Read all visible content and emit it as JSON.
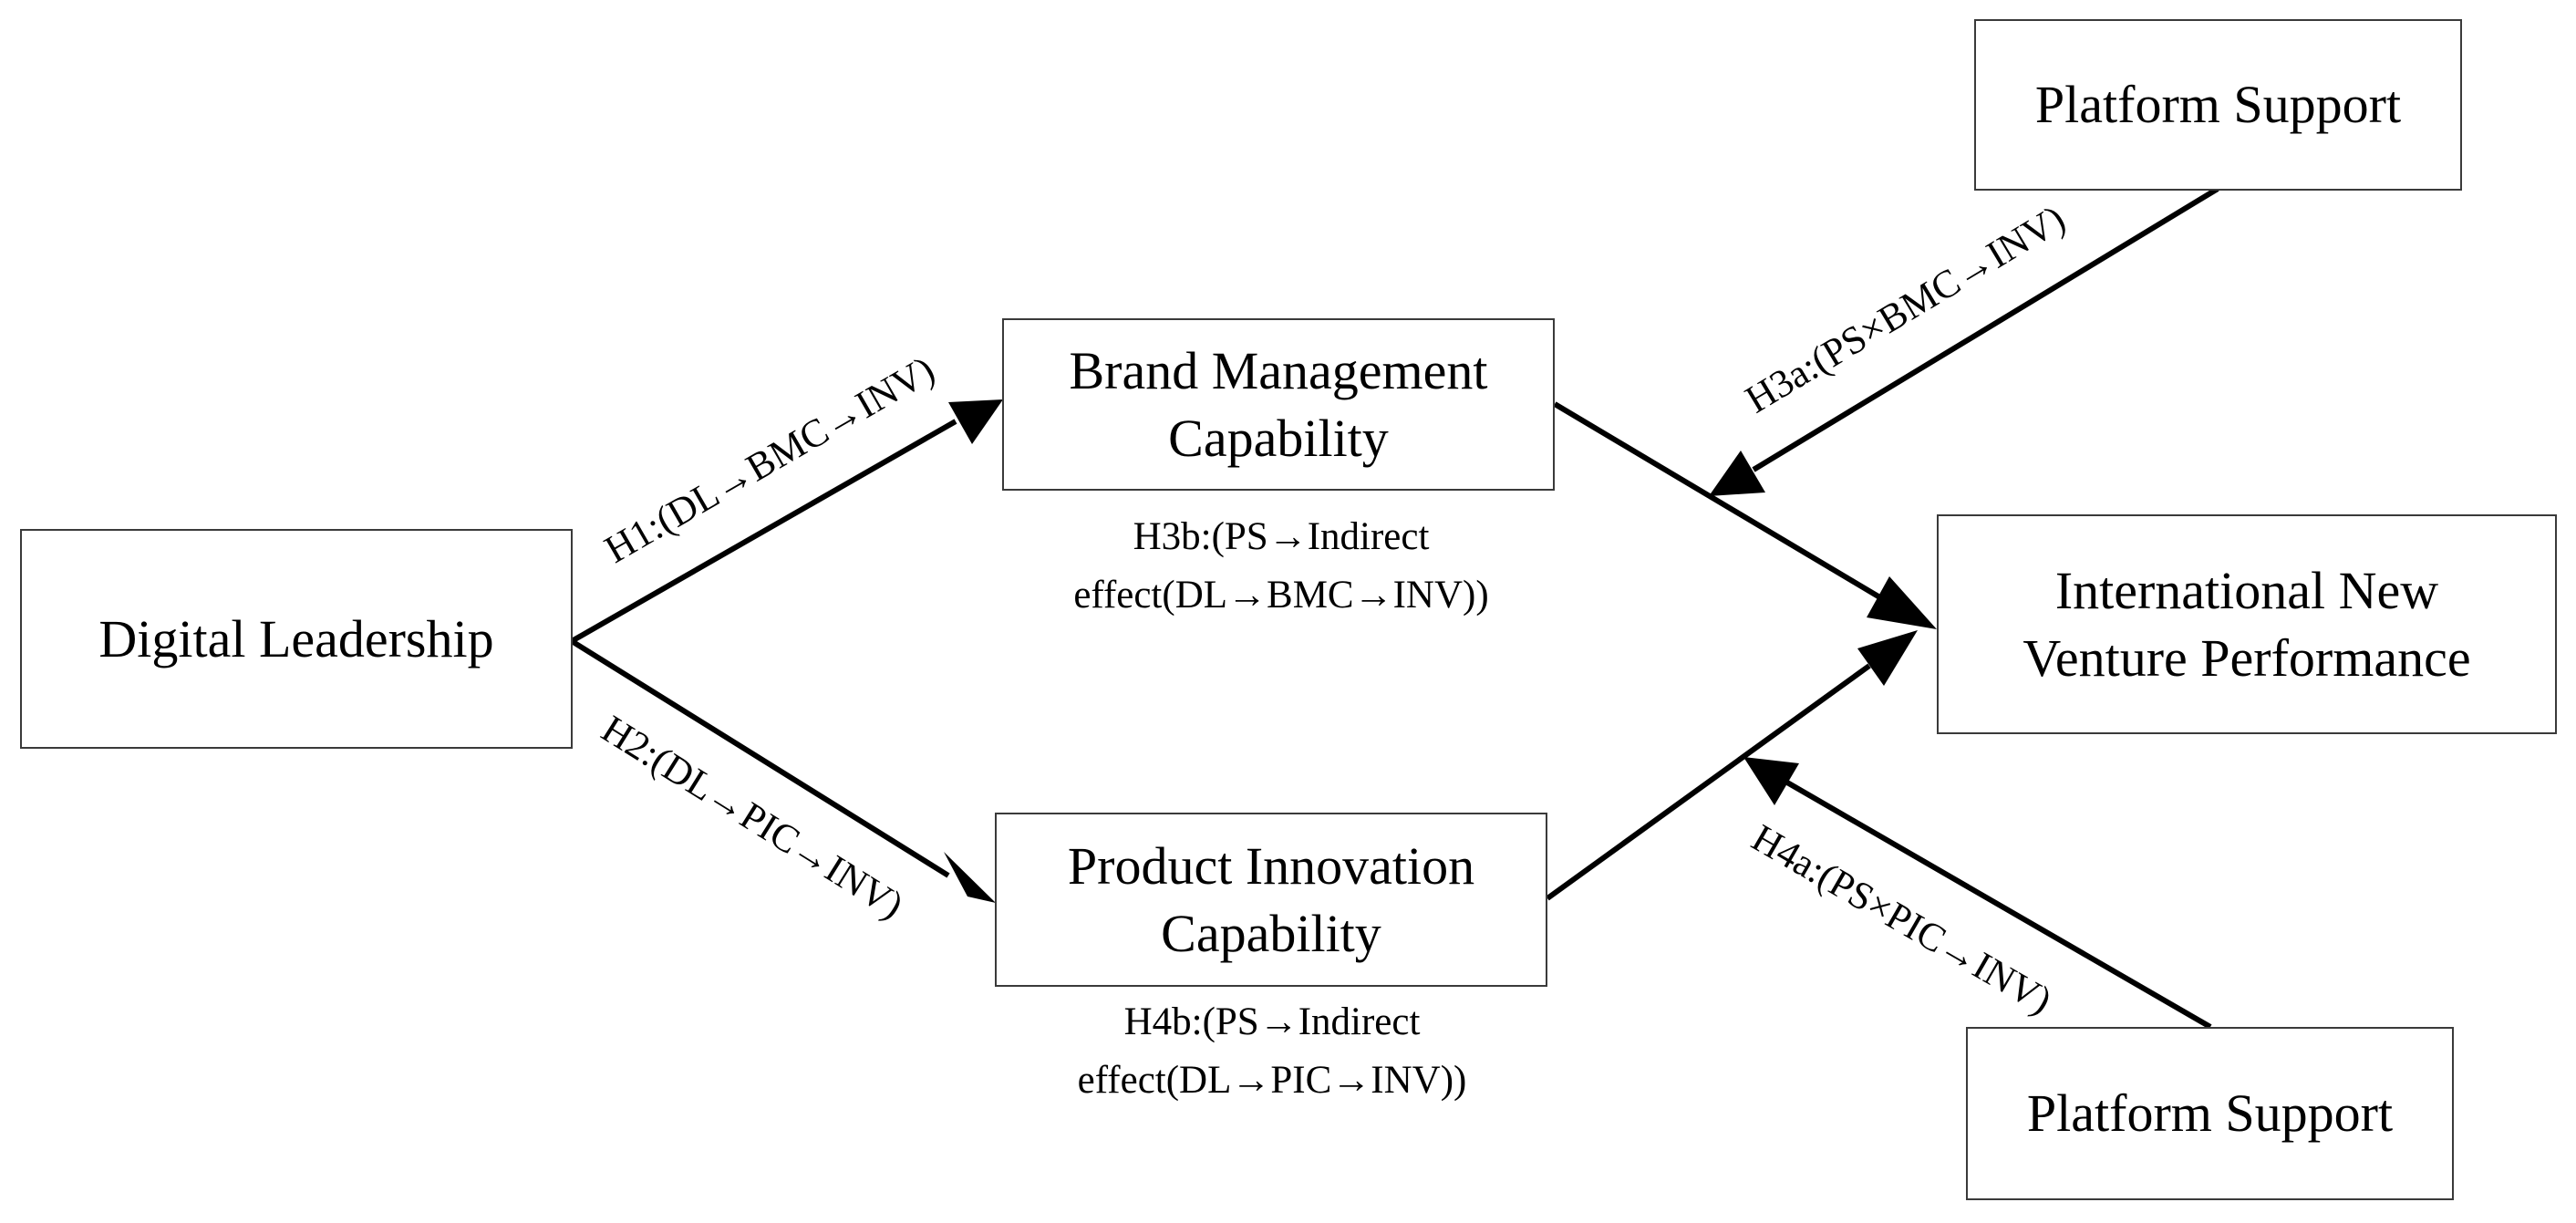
{
  "nodes": {
    "dl": "Digital Leadership",
    "bmc": "Brand Management\nCapability",
    "pic": "Product Innovation\nCapability",
    "inv": "International New\nVenture Performance",
    "ps_top": "Platform Support",
    "ps_bottom": "Platform Support"
  },
  "edge_labels": {
    "h1": "H1:(DL→BMC→INV)",
    "h2": "H2:(DL→PIC→INV)",
    "h3a": "H3a:(PS×BMC→INV)",
    "h4a": "H4a:(PS×PIC→INV)"
  },
  "captions": {
    "h3b": "H3b:(PS→Indirect\neffect(DL→BMC→INV))",
    "h4b": "H4b:(PS→Indirect\neffect(DL→PIC→INV))"
  }
}
